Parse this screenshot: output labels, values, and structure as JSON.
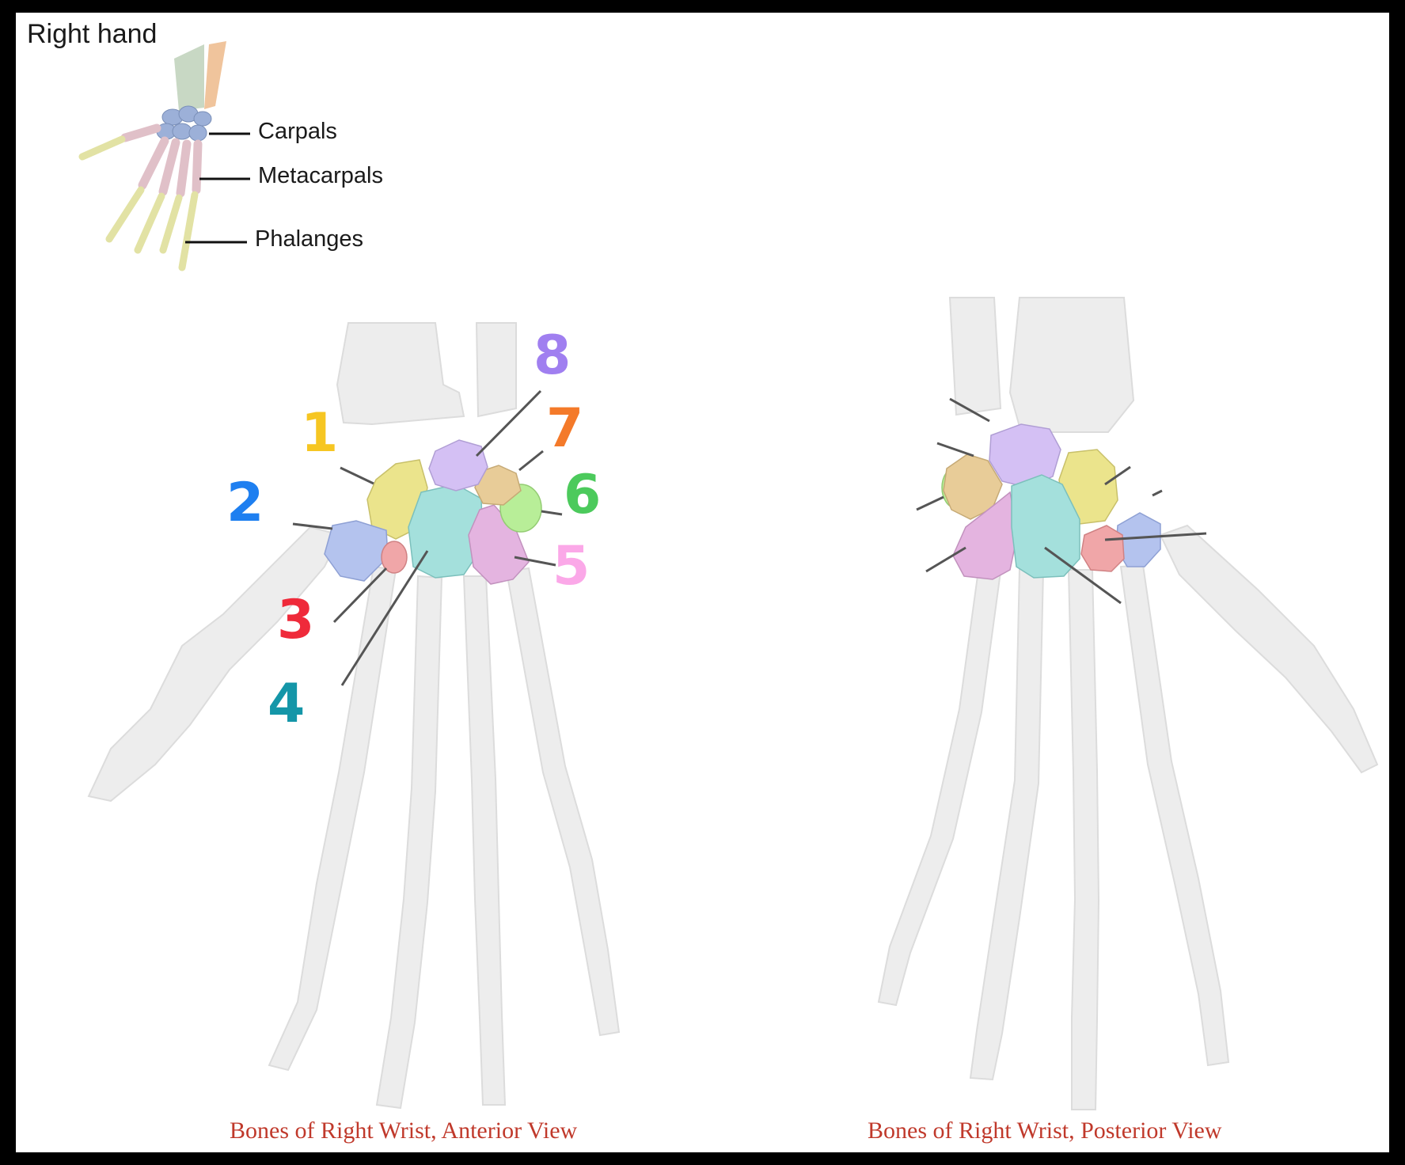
{
  "inset": {
    "title": "Right hand",
    "labels": {
      "carpals": "Carpals",
      "metacarpals": "Metacarpals",
      "phalanges": "Phalanges"
    }
  },
  "anterior": {
    "caption": "Bones of Right Wrist, Anterior View",
    "markers": [
      {
        "id": "1",
        "text": "1",
        "color": "#f6c622"
      },
      {
        "id": "2",
        "text": "2",
        "color": "#1e7ff0"
      },
      {
        "id": "3",
        "text": "3",
        "color": "#ef2a3a"
      },
      {
        "id": "4",
        "text": "4",
        "color": "#1496a8"
      },
      {
        "id": "5",
        "text": "5",
        "color": "#fba8e8"
      },
      {
        "id": "6",
        "text": "6",
        "color": "#4cca5c"
      },
      {
        "id": "7",
        "text": "7",
        "color": "#f47a2a"
      },
      {
        "id": "8",
        "text": "8",
        "color": "#a07ff0"
      }
    ]
  },
  "posterior": {
    "caption": "Bones of Right Wrist, Posterior View"
  },
  "bone_colors": {
    "yellow": "#ebe48c",
    "blue": "#b4c3ee",
    "red": "#f0a6a8",
    "teal": "#a4e0dc",
    "pink": "#e4b4e0",
    "green": "#b8ee98",
    "tan": "#e8cc98",
    "purple": "#d4c0f4",
    "bone": "#ececec"
  }
}
